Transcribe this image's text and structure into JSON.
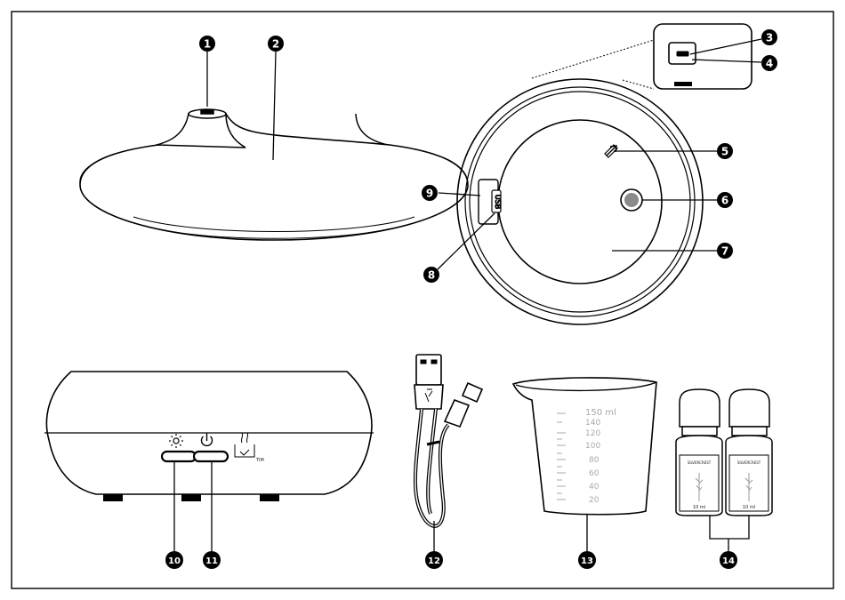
{
  "callouts": [
    "1",
    "2",
    "3",
    "4",
    "5",
    "6",
    "7",
    "8",
    "9",
    "10",
    "11",
    "12",
    "13",
    "14"
  ],
  "beaker": {
    "top_mark": "150 ml",
    "marks": [
      "140",
      "120",
      "100",
      "80",
      "60",
      "40",
      "20"
    ]
  },
  "base_symbols": {
    "light": "light-sun-icon",
    "power": "power-icon",
    "timer_label": "TIM"
  },
  "bottles": {
    "brand_label": "SILVERCREST",
    "volume_label": "10 ml"
  },
  "colors": {
    "ink": "#000000",
    "gray_button": "#8a8a8a",
    "scale": "#a8a8a8"
  }
}
